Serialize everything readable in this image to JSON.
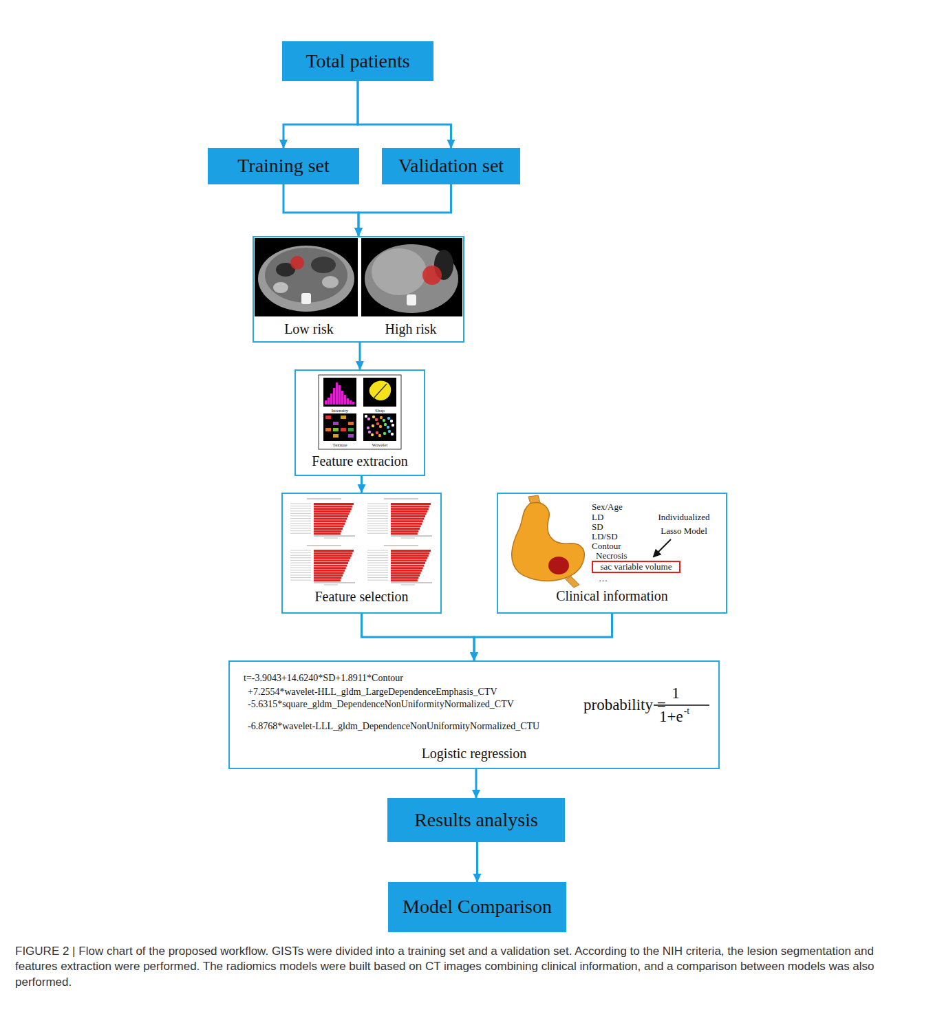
{
  "diagram": {
    "caption": "FIGURE 2 | Flow chart of the proposed workflow. GISTs were divided into a training set and a validation set. According to the NIH criteria, the lesion segmentation and features extraction were performed. The radiomics models were built based on CT images combining clinical information, and a comparison between models was also performed.",
    "nodes": [
      {
        "text": [
          "Total patients"
        ]
      },
      {
        "text": [
          "Training set"
        ]
      },
      {
        "text": [
          "Validation set"
        ]
      },
      {
        "text": [
          "Low risk",
          "High risk"
        ]
      },
      {
        "text": [
          "Intensity",
          "Shap",
          "Texture",
          "Wavelet",
          "Feature extracion"
        ]
      },
      {
        "text": [
          "Feature selection"
        ]
      },
      {
        "text": [
          "Sex/Age",
          "LD",
          "SD",
          "LD/SD",
          "Contour",
          "Necrosis",
          "…",
          "Individualized Lasso Model",
          "Clinical information"
        ]
      },
      {
        "text": [
          "sac variable volume"
        ],
        "in": 6
      },
      {
        "text": [
          "t=-3.9043+14.6240*SD+1.8911*Contour",
          "+7.2554*wavelet-HLL_gldm_LargeDependenceEmphasis_CTV",
          "-5.6315*square_gldm_DependenceNonUniformityNormalized_CTV",
          "-6.8768*wavelet-LLL_gldm_DependenceNonUniformityNormalized_CTU",
          "probability =",
          "1",
          "1+e",
          "-t",
          "Logistic regression"
        ]
      },
      {
        "text": [
          "Results analysis"
        ]
      },
      {
        "text": [
          "Model Comparison"
        ]
      }
    ],
    "edges": [
      {
        "from": 0,
        "to": 1,
        "arrow": "to"
      },
      {
        "from": 0,
        "to": 2,
        "arrow": "to"
      },
      {
        "from": 1,
        "to": 3,
        "arrow": "to"
      },
      {
        "from": 2,
        "to": 3,
        "arrow": "to"
      },
      {
        "from": 3,
        "to": 4,
        "arrow": "to"
      },
      {
        "from": 4,
        "to": 5,
        "arrow": "to"
      },
      {
        "from": 5,
        "to": 8,
        "arrow": "to"
      },
      {
        "from": 6,
        "to": 8,
        "arrow": "to"
      },
      {
        "from": 8,
        "to": 9,
        "arrow": "to"
      },
      {
        "from": 9,
        "to": 10,
        "arrow": "to"
      }
    ]
  }
}
